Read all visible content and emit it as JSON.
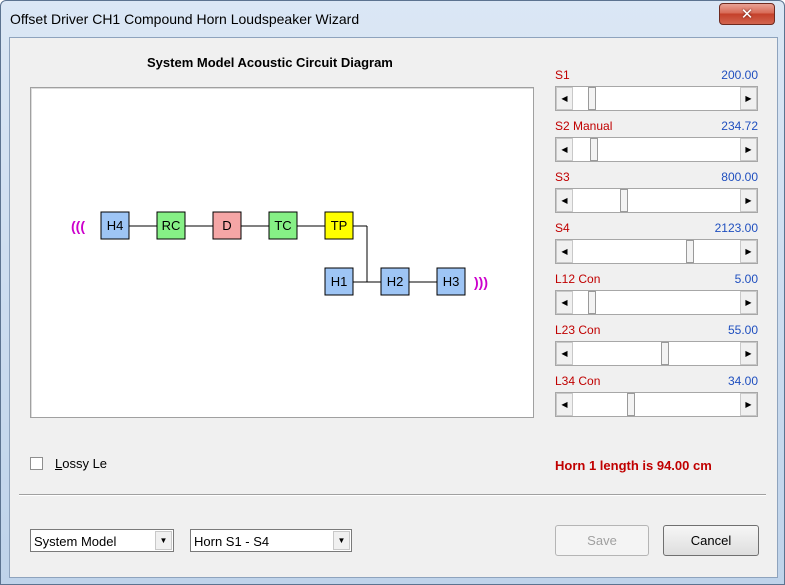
{
  "window": {
    "title": "Offset Driver CH1 Compound Horn Loudspeaker Wizard",
    "close_glyph": "✕"
  },
  "diagram": {
    "title": "System Model Acoustic Circuit Diagram",
    "top_row": [
      "H4",
      "RC",
      "D",
      "TC",
      "TP"
    ],
    "bottom_row": [
      "H1",
      "H2",
      "H3"
    ],
    "left_wave": "(((",
    "right_wave": ")))",
    "colors": {
      "horn": "#9ec5f5",
      "rc": "#86f086",
      "d": "#f5a6a6",
      "tc": "#86f086",
      "tp": "#ffff00",
      "wave": "#cc00cc"
    }
  },
  "sliders": [
    {
      "label": "S1",
      "value": "200.00",
      "position": 0.13
    },
    {
      "label": "S2  Manual",
      "value": "234.72",
      "position": 0.14
    },
    {
      "label": "S3",
      "value": "800.00",
      "position": 0.29
    },
    {
      "label": "S4",
      "value": "2123.00",
      "position": 0.72
    },
    {
      "label": "L12  Con",
      "value": "5.00",
      "position": 0.13
    },
    {
      "label": "L23  Con",
      "value": "55.00",
      "position": 0.58
    },
    {
      "label": "L34  Con",
      "value": "34.00",
      "position": 0.35
    }
  ],
  "scroll_left": "◀",
  "scroll_right": "▶",
  "lossy": {
    "label": "Lossy Le",
    "underline_char": "L",
    "rest": "ossy Le",
    "checked": false
  },
  "horn_message": "Horn 1 length is 94.00 cm",
  "model_combo": {
    "value": "System Model",
    "arrow": "▼"
  },
  "horn_combo": {
    "value": "Horn S1 - S4",
    "arrow": "▼"
  },
  "buttons": {
    "save": "Save",
    "cancel": "Cancel"
  }
}
